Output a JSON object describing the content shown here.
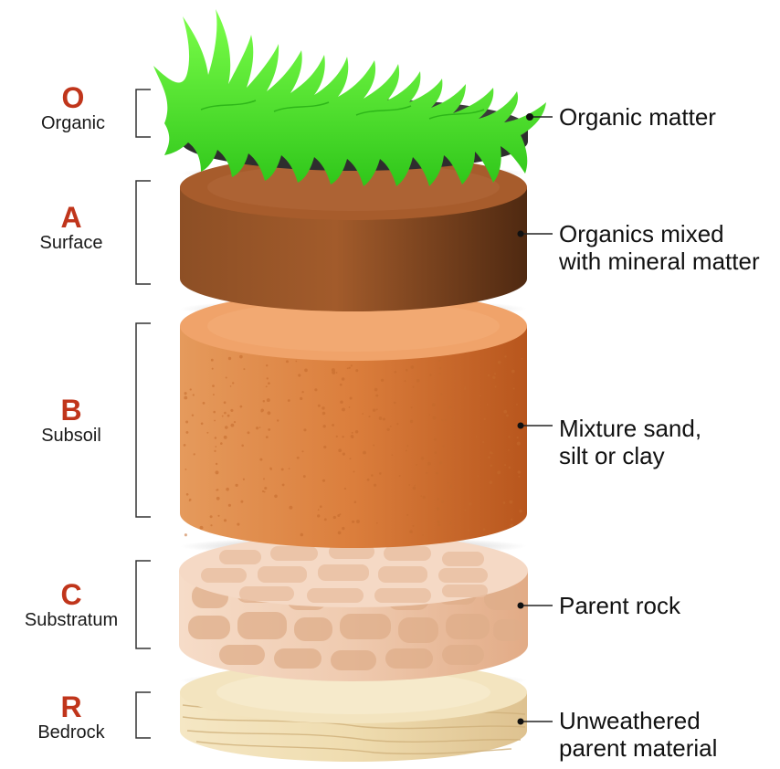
{
  "accent_color": "#c0351b",
  "layers": [
    {
      "id": "O",
      "letter": "O",
      "name": "Organic",
      "description": [
        "Organic matter"
      ],
      "color": "#3a3a3a",
      "icon": "grass-icon"
    },
    {
      "id": "A",
      "letter": "A",
      "name": "Surface",
      "description": [
        "Organics mixed",
        "with mineral matter"
      ],
      "color": "#8b4a22"
    },
    {
      "id": "B",
      "letter": "B",
      "name": "Subsoil",
      "description": [
        "Mixture sand,",
        "silt or clay"
      ],
      "color": "#d4712f"
    },
    {
      "id": "C",
      "letter": "C",
      "name": "Substratum",
      "description": [
        "Parent rock"
      ],
      "color": "#efc9ae"
    },
    {
      "id": "R",
      "letter": "R",
      "name": "Bedrock",
      "description": [
        "Unweathered",
        "parent material"
      ],
      "color": "#eedcb0"
    }
  ]
}
